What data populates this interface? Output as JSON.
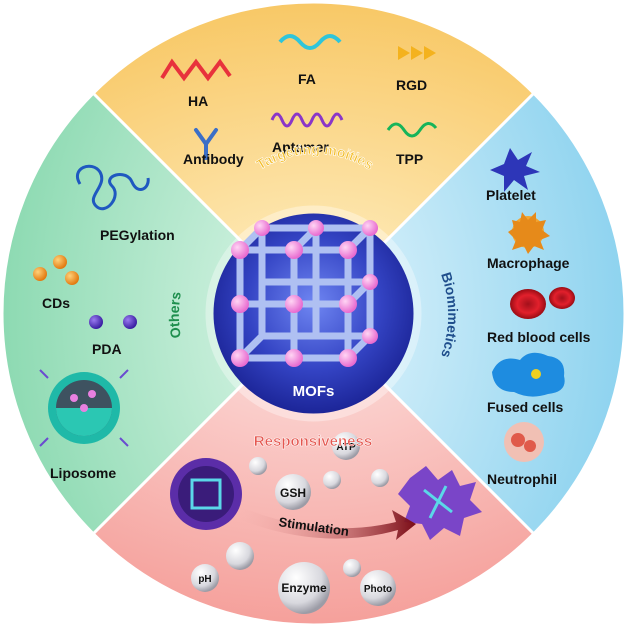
{
  "center": {
    "label": "MOFs"
  },
  "sections": {
    "targeting": {
      "title": "Targeting moities",
      "items": [
        "HA",
        "FA",
        "RGD",
        "Antibody",
        "Aptamer",
        "TPP"
      ]
    },
    "biomimetics": {
      "title": "Biomimetics",
      "items": [
        "Platelet",
        "Macrophage",
        "Red blood cells",
        "Fused cells",
        "Neutrophil"
      ]
    },
    "responsiveness": {
      "title": "Responsiveness",
      "stimuli": [
        "GSH",
        "ATP",
        "pH",
        "Enzyme",
        "Photo"
      ],
      "arrow_label": "Stimulation"
    },
    "others": {
      "title": "Others",
      "items": [
        "PEGylation",
        "CDs",
        "PDA",
        "Liposome"
      ]
    }
  },
  "colors": {
    "targeting_bg": "#FAD57F",
    "biomimetics_bg": "#A9DDF1",
    "responsiveness_bg": "#F7B2AE",
    "others_bg": "#A6E3C3",
    "center_bg": "#2E3BB8",
    "targeting_title": "#F3BE2C",
    "biomimetics_title": "#1F4E8C",
    "responsiveness_title": "#E4564F",
    "others_title": "#1E8F4E"
  }
}
